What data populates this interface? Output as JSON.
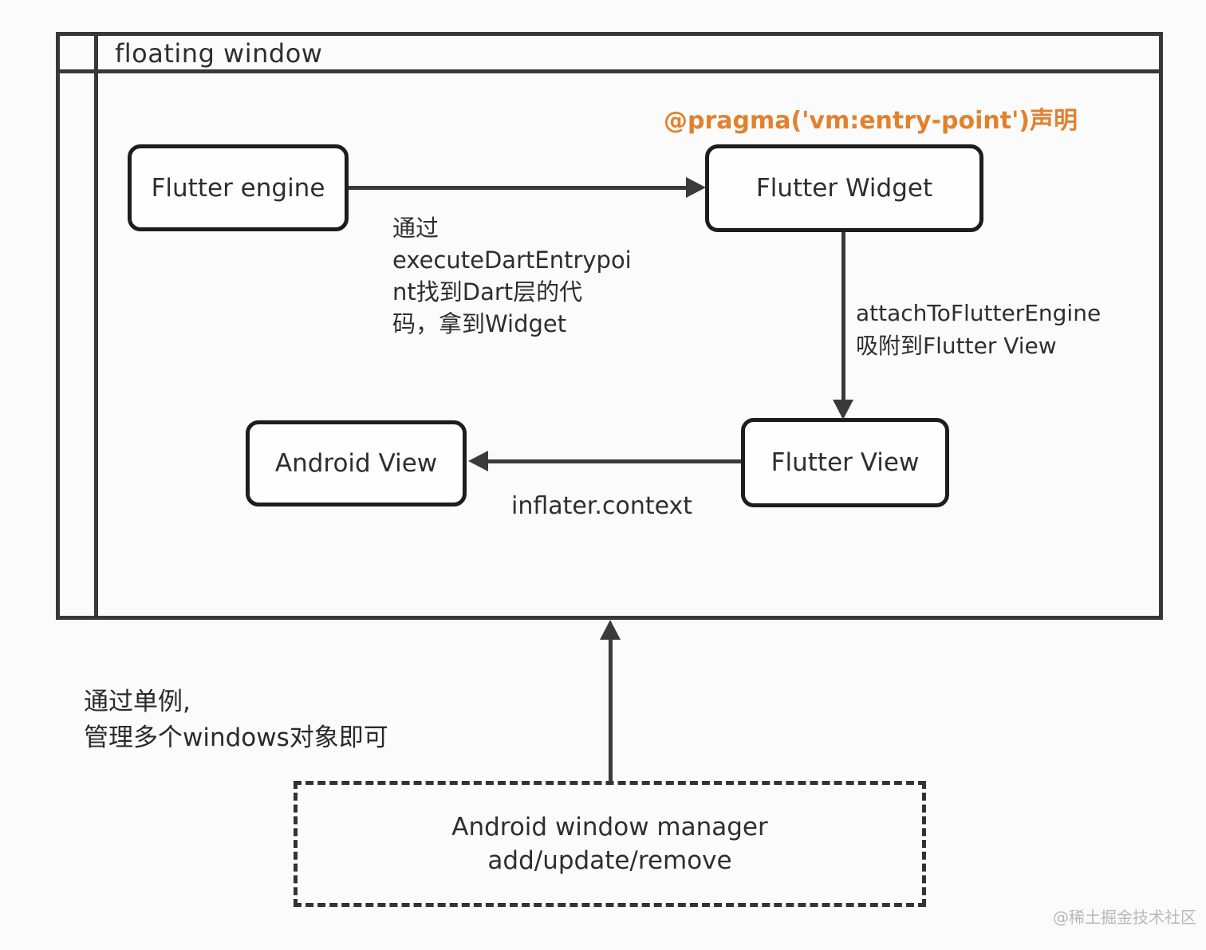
{
  "colors": {
    "accent_orange": "#e2812d",
    "line": "#3a3a3a",
    "box_border": "#1d1d1d",
    "text": "#2e2e2e",
    "watermark": "#b8b8b8",
    "background": "#fbfbfb"
  },
  "frame": {
    "title": "floating window"
  },
  "nodes": {
    "flutter_engine": "Flutter engine",
    "flutter_widget": "Flutter Widget",
    "android_view": "Android View",
    "flutter_view": "Flutter View",
    "window_manager_lines": [
      "Android window manager",
      "add/update/remove"
    ]
  },
  "annotations": {
    "pragma": "@pragma('vm:entry-point')声明",
    "execute_dart_lines": [
      "通过",
      "executeDartEntrypoi",
      "nt找到Dart层的代",
      "码，拿到Widget"
    ],
    "attach_lines": [
      "attachToFlutterEngine",
      "吸附到Flutter View"
    ],
    "inflater": "inflater.context",
    "singleton_lines": [
      "通过单例,",
      "管理多个windows对象即可"
    ],
    "watermark": "@稀土掘金技术社区"
  }
}
